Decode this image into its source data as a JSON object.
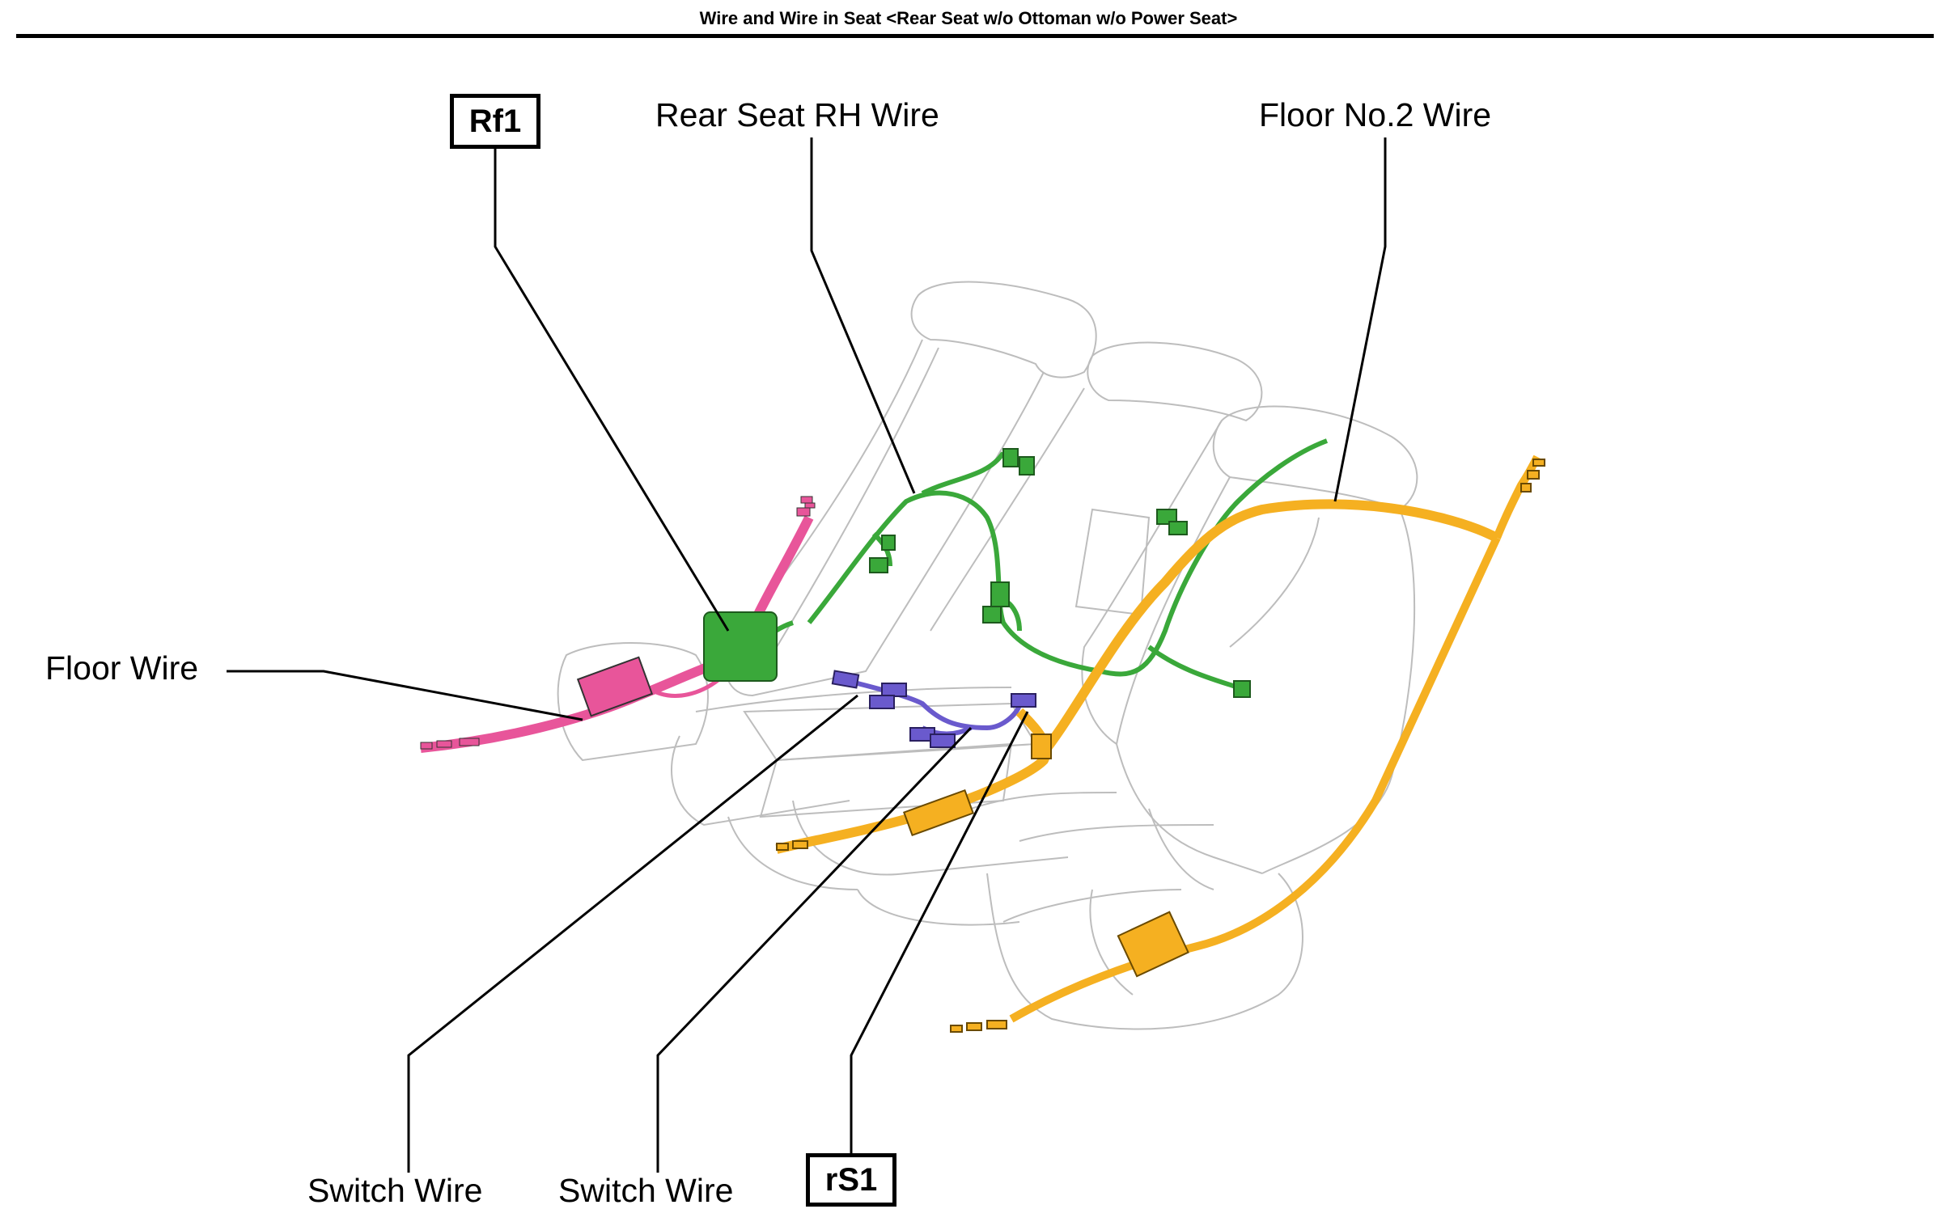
{
  "title": "Wire and Wire in Seat <Rear Seat w/o Ottoman w/o Power Seat>",
  "labels": {
    "rear_seat_rh_wire": "Rear Seat RH Wire",
    "floor_no2_wire": "Floor No.2 Wire",
    "floor_wire": "Floor Wire",
    "switch_wire_1": "Switch Wire",
    "switch_wire_2": "Switch Wire"
  },
  "connectors": {
    "rf1": "Rf1",
    "rs1": "rS1"
  },
  "colors": {
    "floor_wire": "#e8559a",
    "rear_seat_rh_wire": "#3aa83a",
    "switch_wire": "#6a5acd",
    "floor_no2_wire": "#f5b021",
    "seat_outline": "#bdbdbd"
  }
}
